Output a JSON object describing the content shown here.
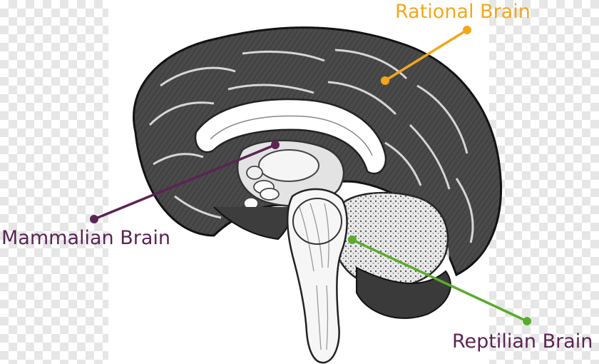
{
  "labels": {
    "rational": "Rational Brain",
    "mammalian": "Mammalian Brain",
    "reptilian": "Reptilian Brain"
  },
  "colors": {
    "rational": "#f2a71b",
    "mammalian": "#5b2453",
    "reptilian": "#5aab2e",
    "ink": "#1a1a1a",
    "tissue": "#6b6b6b",
    "light_tissue": "#d9d9d9"
  }
}
